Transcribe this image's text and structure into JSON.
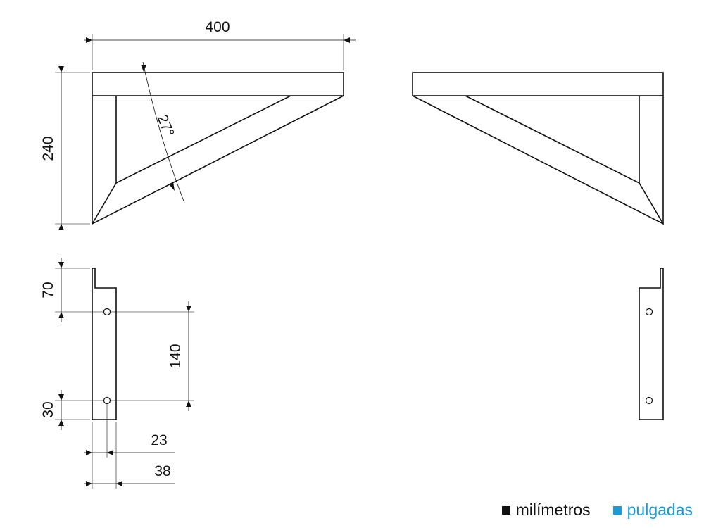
{
  "dimensions": {
    "width_top": "400",
    "height_side": "240",
    "angle": "27°",
    "top_offset": "70",
    "hole_spacing": "140",
    "bottom_offset": "30",
    "hole_inset": "23",
    "flange_width": "38"
  },
  "legend": {
    "items": [
      {
        "label": "milímetros",
        "color": "#111111"
      },
      {
        "label": "pulgadas",
        "color": "#1a9ad6"
      }
    ]
  }
}
